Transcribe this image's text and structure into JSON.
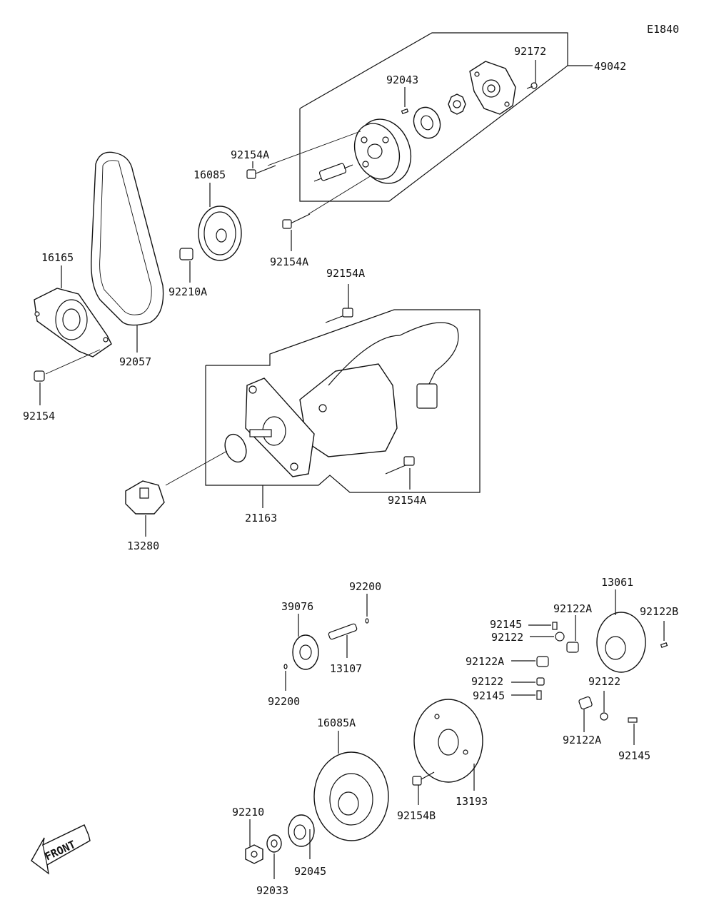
{
  "diagram_code": "E1840",
  "front_arrow_label": "FRONT",
  "labels": {
    "l49042": "49042",
    "l92172": "92172",
    "l92043": "92043",
    "l92154A_1": "92154A",
    "l16085": "16085",
    "l92154A_2": "92154A",
    "l16165": "16165",
    "l92210A": "92210A",
    "l92057": "92057",
    "l92154": "92154",
    "l92154A_3": "92154A",
    "l92154A_4": "92154A",
    "l21163": "21163",
    "l13280": "13280",
    "l92200_1": "92200",
    "l39076": "39076",
    "l13107": "13107",
    "l92200_2": "92200",
    "l13061": "13061",
    "l92122A_1": "92122A",
    "l92122B": "92122B",
    "l92145_1": "92145",
    "l92122_1": "92122",
    "l92122A_2": "92122A",
    "l92122_2": "92122",
    "l92145_2": "92145",
    "l92122_3": "92122",
    "l92122A_3": "92122A",
    "l92145_3": "92145",
    "l16085A": "16085A",
    "l13193": "13193",
    "l92154B": "92154B",
    "l92210": "92210",
    "l92045": "92045",
    "l92033": "92033"
  }
}
